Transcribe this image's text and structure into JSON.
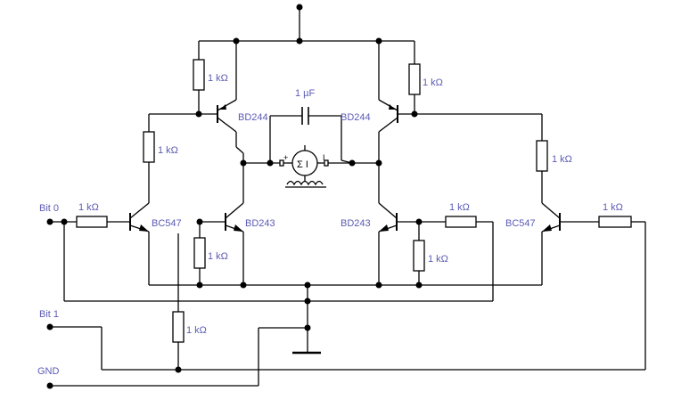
{
  "colors": {
    "wire": "#000000",
    "label": "#5b5bb5",
    "background": "#ffffff"
  },
  "labels": {
    "bit0": "Bit 0",
    "bit1": "Bit 1",
    "gnd": "GND",
    "r1k": "1 kΩ",
    "cap": "1 µF",
    "pnp_out": "BD244",
    "npn_out": "BD243",
    "npn_drv": "BC547",
    "motor_symbol": "Σ I"
  }
}
